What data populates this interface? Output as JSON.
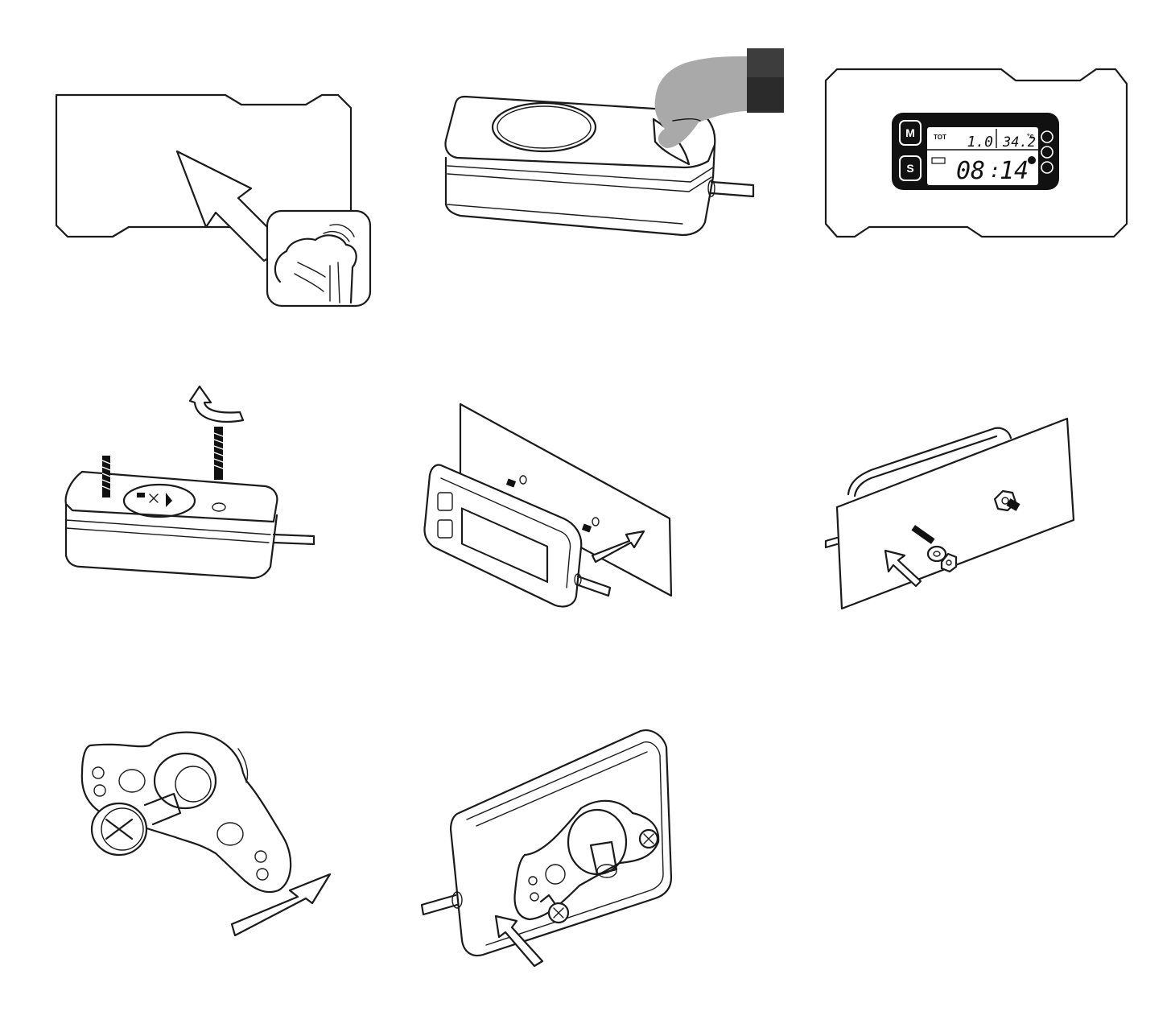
{
  "display": {
    "button_m": "M",
    "button_s": "S",
    "tot_label": "TOT",
    "hours_value": "1.0",
    "temperature_value": "34.2",
    "temperature_unit": "°c",
    "clock_hours": "08",
    "clock_separator": ":",
    "clock_minutes": "14"
  },
  "colors": {
    "line": "#1a1a1a",
    "hand_gray": "#a9a9a9",
    "sleeve_dark": "#2b2b2b",
    "lcd_body": "#111111",
    "lcd_screen": "#ffffff"
  },
  "icons": [
    "arrow-icon",
    "wipe-hand-icon",
    "peel-hand-icon",
    "rotate-arrow-icon",
    "screw-icon",
    "nut-icon",
    "washer-icon",
    "phillips-screw-icon"
  ]
}
